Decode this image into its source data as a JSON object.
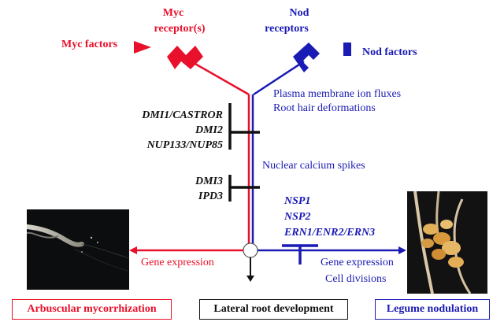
{
  "colors": {
    "myc": "#e8102a",
    "nod": "#1a1ab4",
    "black": "#111111"
  },
  "myc": {
    "factors_label": "Myc factors",
    "receptor_label_line1": "Myc",
    "receptor_label_line2": "receptor(s)",
    "gene_expression": "Gene expression",
    "outcome": "Arbuscular mycorrhization"
  },
  "nod": {
    "factors_label": "Nod factors",
    "receptor_label_line1": "Nod",
    "receptor_label_line2": "receptors",
    "gene_expression": "Gene expression",
    "cell_divisions": "Cell divisions",
    "outcome": "Legume nodulation"
  },
  "events": {
    "plasma_membrane": "Plasma membrane ion fluxes",
    "root_hair": "Root hair deformations",
    "calcium": "Nuclear calcium spikes"
  },
  "genes": {
    "upper": [
      "DMI1/CASTROR",
      "DMI2",
      "NUP133/NUP85"
    ],
    "middle": [
      "DMI3",
      "IPD3"
    ],
    "nod": [
      "NSP1",
      "NSP2",
      "ERN1/ENR2/ERN3"
    ]
  },
  "lateral_root": "Lateral root development"
}
